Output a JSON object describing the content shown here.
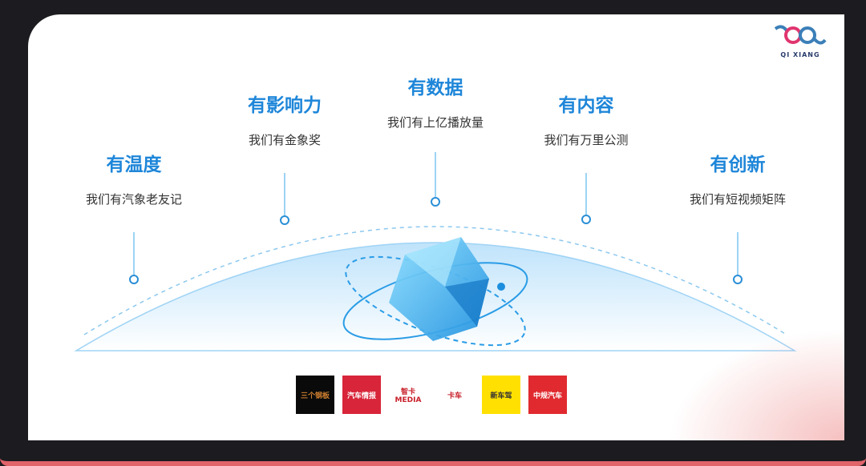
{
  "brand": {
    "name": "QI XIANG",
    "colors": {
      "blue": "#3b7fb8",
      "pink": "#e0356e"
    }
  },
  "pillars": [
    {
      "title": "有温度",
      "desc": "我们有汽象老友记"
    },
    {
      "title": "有影响力",
      "desc": "我们有金象奖"
    },
    {
      "title": "有数据",
      "desc": "我们有上亿播放量"
    },
    {
      "title": "有内容",
      "desc": "我们有万里公测"
    },
    {
      "title": "有创新",
      "desc": "我们有短视频矩阵"
    }
  ],
  "accent": "#1e86d9",
  "media_logos": [
    {
      "label": "三个钢板",
      "bg": "#0a0a0a",
      "fg": "#d08030"
    },
    {
      "label": "汽车情报",
      "bg": "#d8253a",
      "fg": "#ffffff"
    },
    {
      "label": "智卡MEDIA",
      "bg": "#ffffff",
      "fg": "#c8202a"
    },
    {
      "label": "卡车",
      "bg": "#ffffff",
      "fg": "#c8202a"
    },
    {
      "label": "新车驾",
      "bg": "#ffe000",
      "fg": "#333333"
    },
    {
      "label": "中规汽车",
      "bg": "#e02a2f",
      "fg": "#ffffff"
    }
  ]
}
